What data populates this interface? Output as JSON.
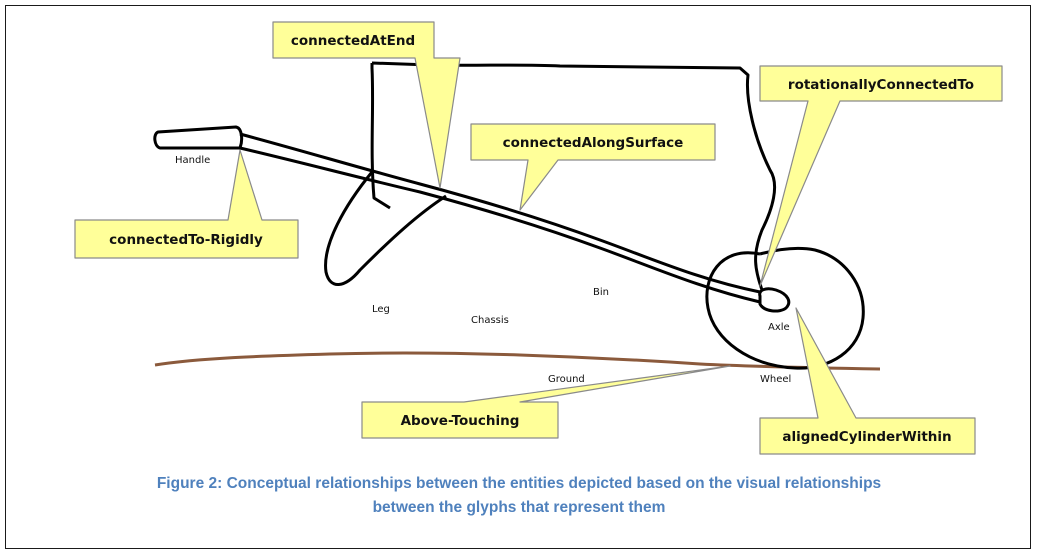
{
  "figure": {
    "caption_line1": "Figure 2: Conceptual relationships between the entities depicted based on the visual relationships",
    "caption_line2": "between the glyphs that represent them",
    "caption_color": "#4f81bd"
  },
  "glyph_labels": {
    "handle": "Handle",
    "leg": "Leg",
    "chassis": "Chassis",
    "bin": "Bin",
    "axle": "Axle",
    "ground": "Ground",
    "wheel": "Wheel"
  },
  "callouts": {
    "connected_at_end": "connectedAtEnd",
    "rotationally_connected_to": "rotationallyConnectedTo",
    "connected_along_surface": "connectedAlongSurface",
    "connected_to_rigidly": "connectedTo-Rigidly",
    "above_touching": "Above-Touching",
    "aligned_cylinder_within": "alignedCylinderWithin"
  },
  "colors": {
    "callout_fill": "#ffff99",
    "callout_stroke": "#8a8a8a",
    "ground_stroke": "#8b5a3c",
    "sketch_stroke": "#000000"
  }
}
